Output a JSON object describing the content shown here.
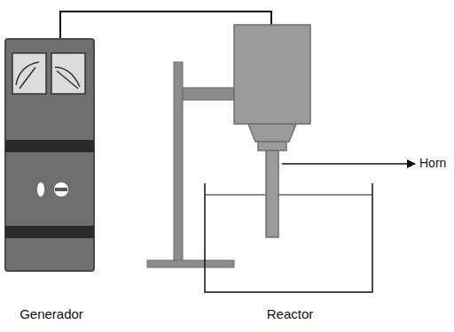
{
  "diagram": {
    "labels": [
      "Horn",
      "Generador",
      "Reactor"
    ]
  }
}
